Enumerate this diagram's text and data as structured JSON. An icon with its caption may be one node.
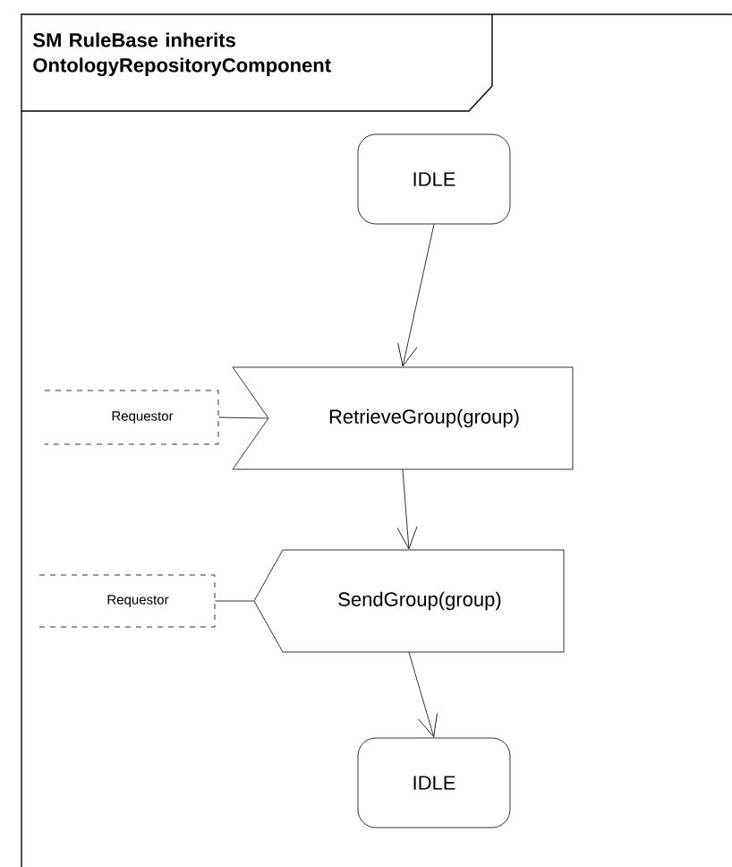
{
  "diagram": {
    "title": "SM RuleBase inherits OntologyRepositoryComponent",
    "nodes": [
      {
        "text": [
          "IDLE"
        ]
      },
      {
        "text": [
          "Requestor"
        ]
      },
      {
        "text": [
          "RetrieveGroup(group)"
        ]
      },
      {
        "text": [
          "Requestor"
        ]
      },
      {
        "text": [
          "SendGroup(group)"
        ]
      },
      {
        "text": [
          "IDLE"
        ]
      }
    ],
    "edges": [
      {
        "from": 0,
        "to": 2,
        "arrow": "to"
      },
      {
        "from": 1,
        "to": 2,
        "arrow": "none"
      },
      {
        "from": 2,
        "to": 4,
        "arrow": "to"
      },
      {
        "from": 3,
        "to": 4,
        "arrow": "none"
      },
      {
        "from": 4,
        "to": 5,
        "arrow": "to"
      }
    ]
  }
}
